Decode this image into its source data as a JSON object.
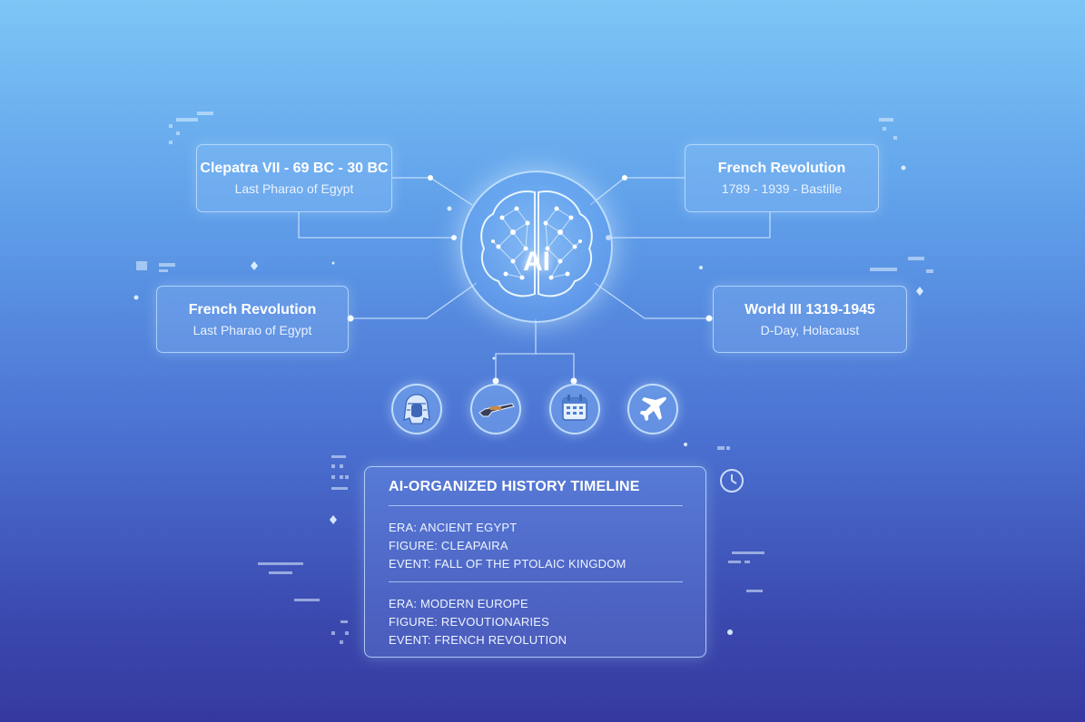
{
  "cards": {
    "cleopatra": {
      "title": "Clepatra VII - 69 BC - 30 BC",
      "subtitle": "Last Pharao of Egypt"
    },
    "french_revolution_top": {
      "title": "French Revolution",
      "subtitle": "1789 - 1939 - Bastille"
    },
    "french_revolution_left": {
      "title": "French Revolution",
      "subtitle": "Last Pharao of Egypt"
    },
    "world_war": {
      "title": "World III 1319-1945",
      "subtitle": "D-Day, Holacaust"
    }
  },
  "center": {
    "label": "AI",
    "icon": "brain-network-icon"
  },
  "icons": [
    "pharaoh-icon",
    "rifle-icon",
    "calendar-icon",
    "airplane-icon"
  ],
  "timeline": {
    "title": "AI-ORGANIZED HISTORY TIMELINE",
    "group1": {
      "era": "ERA: ANCIENT EGYPT",
      "figure": "FIGURE: CLEAPAIRA",
      "event": "EVENT: FALL OF THE PTOLAIC KINGDOM"
    },
    "group2": {
      "era": "ERA: MODERN EUROPE",
      "figure": "FIGURE: REVOUTIONARIES",
      "event": "EVENT: FRENCH REVOLUTION"
    }
  },
  "colors": {
    "background_top": "#7cc6f6",
    "background_bottom": "#35399f",
    "accent": "#d8ecff"
  }
}
